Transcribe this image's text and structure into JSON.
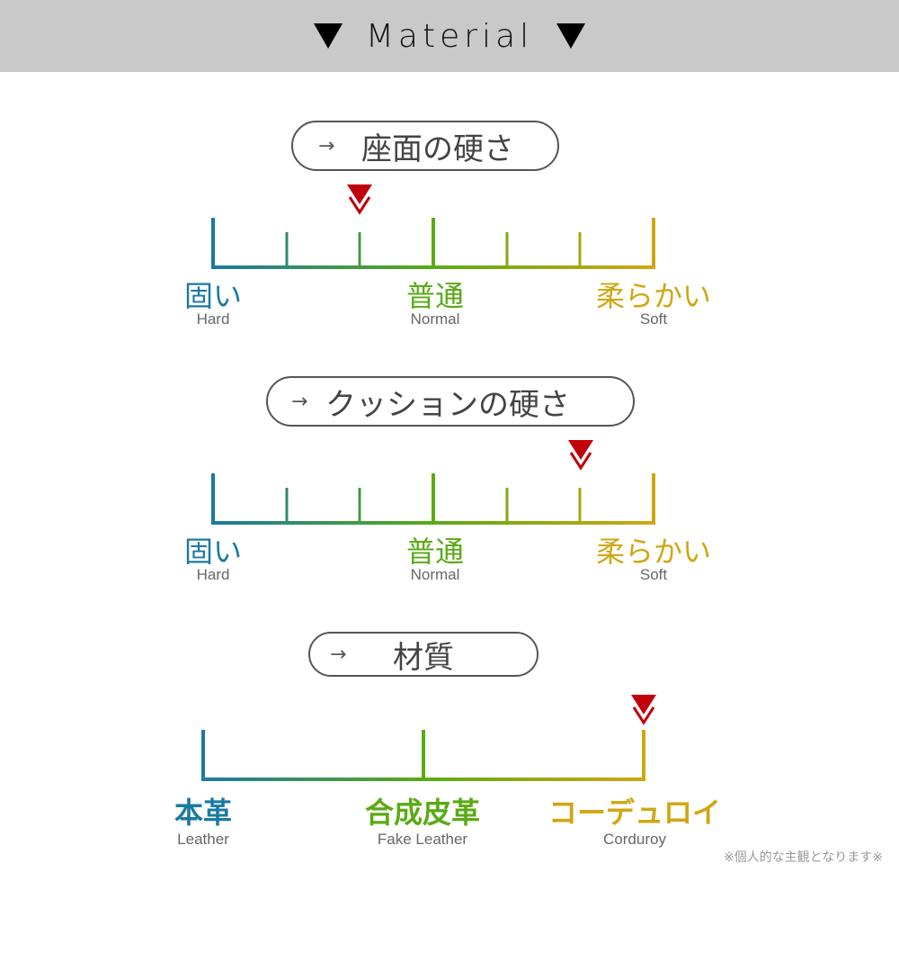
{
  "header": {
    "title": "Material",
    "left_icon": "triangle-down-icon",
    "right_icon": "triangle-down-icon",
    "background": "#c9c9c9"
  },
  "colors": {
    "blue": "#1a7aa0",
    "green": "#5aaa14",
    "yellow": "#cfa712",
    "marker_red": "#c0000a",
    "pill_border": "#555555"
  },
  "sections": [
    {
      "heading": {
        "arrow": "→",
        "label": "座面の硬さ"
      },
      "ticks": 7,
      "selected_index": 2,
      "labels": [
        {
          "jp": "固い",
          "en": "Hard",
          "color": "#1a7aa0"
        },
        {
          "jp": "普通",
          "en": "Normal",
          "color": "#5aaa14"
        },
        {
          "jp": "柔らかい",
          "en": "Soft",
          "color": "#cfa712"
        }
      ]
    },
    {
      "heading": {
        "arrow": "→",
        "label": "クッションの硬さ"
      },
      "ticks": 7,
      "selected_index": 5,
      "labels": [
        {
          "jp": "固い",
          "en": "Hard",
          "color": "#1a7aa0"
        },
        {
          "jp": "普通",
          "en": "Normal",
          "color": "#5aaa14"
        },
        {
          "jp": "柔らかい",
          "en": "Soft",
          "color": "#cfa712"
        }
      ]
    },
    {
      "heading": {
        "arrow": "→",
        "label": "材質"
      },
      "ticks": 3,
      "selected_index": 2,
      "labels": [
        {
          "jp": "本革",
          "en": "Leather",
          "color": "#1a7aa0"
        },
        {
          "jp": "合成皮革",
          "en": "Fake Leather",
          "color": "#5aaa14"
        },
        {
          "jp": "コーデュロイ",
          "en": "Corduroy",
          "color": "#cfa712"
        }
      ]
    }
  ],
  "note": "※個人的な主観となります※"
}
